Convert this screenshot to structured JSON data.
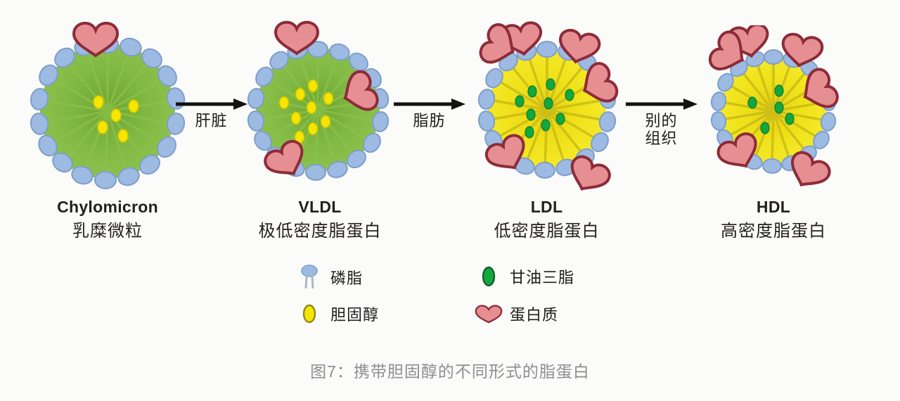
{
  "figure": {
    "caption": "图7：携带胆固醇的不同形式的脂蛋白",
    "background_color": "#fbfbfa"
  },
  "colors": {
    "phospholipid_head": "#9dbae2",
    "phospholipid_head_stroke": "#7d9ecb",
    "phospholipid_tail": "#a9b8c9",
    "protein_fill": "#e58f93",
    "protein_stroke": "#8d2b38",
    "cholesterol_fill": "#f5e500",
    "cholesterol_stroke": "#8d8b14",
    "triglyceride_fill": "#12a83f",
    "triglyceride_stroke": "#0c7a2d",
    "core_green": "#7cb342",
    "core_yellow": "#f0e119",
    "text": "#231f20",
    "caption_text": "#8e8e93",
    "arrow": "#131313"
  },
  "particles": [
    {
      "id": "chylomicron",
      "name_en": "Chylomicron",
      "name_zh": "乳糜微粒",
      "core_color": "#7cb342",
      "core_type": "green",
      "radius": 104,
      "protein_count": 1,
      "cargo_type": "cholesterol",
      "cargo_count": 5
    },
    {
      "id": "vldl",
      "name_en": "VLDL",
      "name_zh": "极低密度脂蛋白",
      "core_color": "#7cb342",
      "core_type": "green",
      "radius": 95,
      "protein_count": 3,
      "cargo_type": "cholesterol",
      "cargo_count": 9
    },
    {
      "id": "ldl",
      "name_en": "LDL",
      "name_zh": "低密度脂蛋白",
      "core_color": "#f0e119",
      "core_type": "yellow",
      "radius": 88,
      "protein_count": 6,
      "cargo_type": "triglyceride",
      "cargo_count": 9
    },
    {
      "id": "hdl",
      "name_en": "HDL",
      "name_zh": "高密度脂蛋白",
      "core_color": "#f0e119",
      "core_type": "yellow",
      "radius": 80,
      "protein_count": 6,
      "cargo_type": "triglyceride",
      "cargo_count": 5
    }
  ],
  "arrows": [
    {
      "id": "arrow-liver",
      "label": "肝脏",
      "from": "chylomicron",
      "to": "vldl"
    },
    {
      "id": "arrow-fat",
      "label": "脂肪",
      "from": "vldl",
      "to": "ldl"
    },
    {
      "id": "arrow-other-tissue",
      "label": "别的\n组织",
      "from": "ldl",
      "to": "hdl"
    }
  ],
  "legend": {
    "items": [
      {
        "id": "phospholipid",
        "icon": "phospholipid-icon",
        "label": "磷脂"
      },
      {
        "id": "cholesterol",
        "icon": "cholesterol-icon",
        "label": "胆固醇"
      },
      {
        "id": "triglyceride",
        "icon": "triglyceride-icon",
        "label": "甘油三脂"
      },
      {
        "id": "protein",
        "icon": "protein-icon",
        "label": "蛋白质"
      }
    ]
  }
}
